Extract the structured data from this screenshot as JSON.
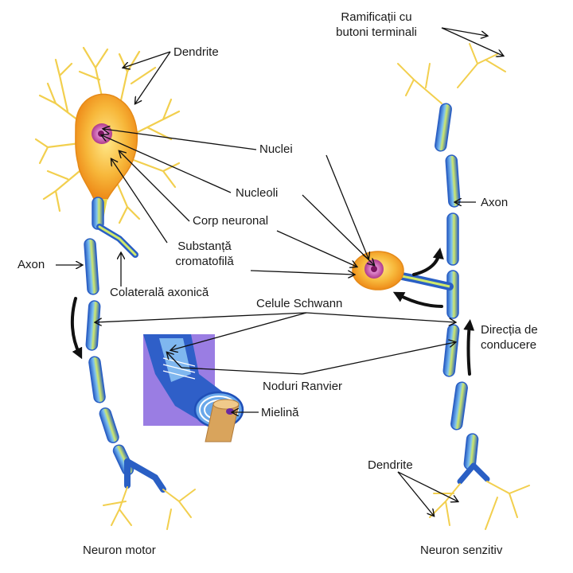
{
  "labels": {
    "ramificatii": "Ramificații cu\nbutoni terminali",
    "dendrite_top": "Dendrite",
    "nuclei": "Nuclei",
    "nucleoli": "Nucleoli",
    "corp_neuronal": "Corp neuronal",
    "substanta": "Substanță\ncromatofilă",
    "axon_left": "Axon",
    "axon_right": "Axon",
    "colaterala": "Colaterală axonică",
    "celule_schwann": "Celule Schwann",
    "directia": "Direcția de\nconducere",
    "noduri_ranvier": "Noduri Ranvier",
    "mielina": "Mielină",
    "dendrite_bottom": "Dendrite"
  },
  "captions": {
    "motor": "Neuron motor",
    "sensory": "Neuron senzitiv"
  },
  "colors": {
    "myelin_blue": "#2f6fd0",
    "myelin_light": "#6fb4ee",
    "axon_yellow": "#e8d84a",
    "dendrite_yellow": "#f3d45a",
    "cell_orange": "#f39a1c",
    "cell_light": "#ffd86a",
    "nucleus": "#c0479a",
    "inset_purple": "#8f6fe0",
    "inset_tan": "#d9a45c",
    "arrow": "#111111"
  }
}
